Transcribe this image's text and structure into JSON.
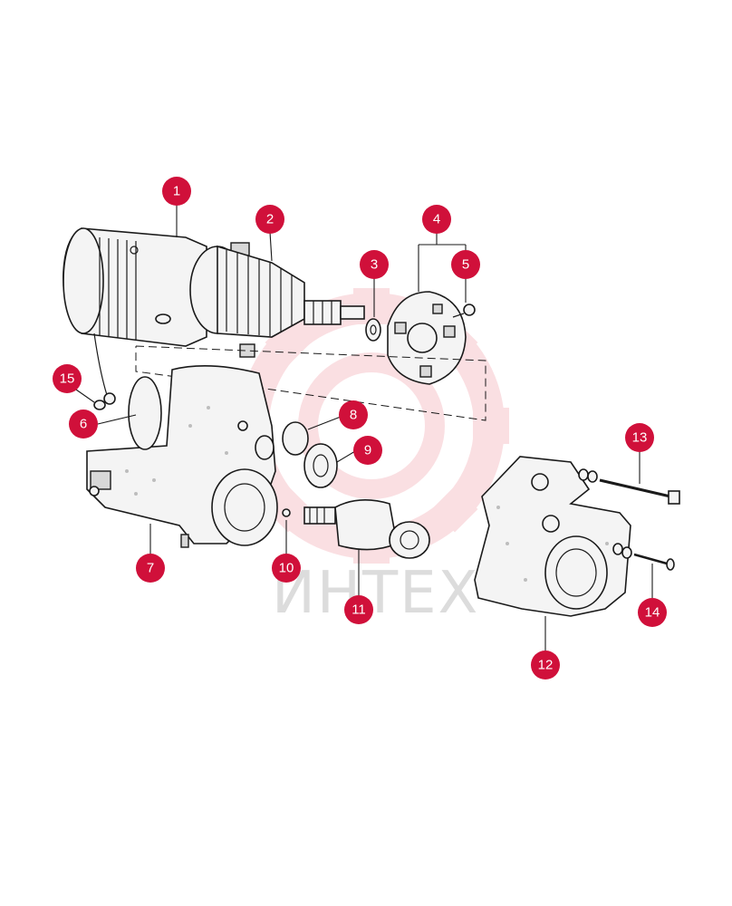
{
  "watermark": {
    "text": "ИНТЕХ"
  },
  "colors": {
    "callout": "#d0103a",
    "watermark_gear": "#f6c6cc",
    "watermark_text": "#dcdcdc"
  },
  "callouts": [
    {
      "id": "c1",
      "label": "1"
    },
    {
      "id": "c2",
      "label": "2"
    },
    {
      "id": "c3",
      "label": "3"
    },
    {
      "id": "c4",
      "label": "4"
    },
    {
      "id": "c5",
      "label": "5"
    },
    {
      "id": "c6",
      "label": "6"
    },
    {
      "id": "c7",
      "label": "7"
    },
    {
      "id": "c8",
      "label": "8"
    },
    {
      "id": "c9",
      "label": "9"
    },
    {
      "id": "c10",
      "label": "10"
    },
    {
      "id": "c11",
      "label": "11"
    },
    {
      "id": "c12",
      "label": "12"
    },
    {
      "id": "c13",
      "label": "13"
    },
    {
      "id": "c14",
      "label": "14"
    },
    {
      "id": "c15",
      "label": "15"
    }
  ]
}
